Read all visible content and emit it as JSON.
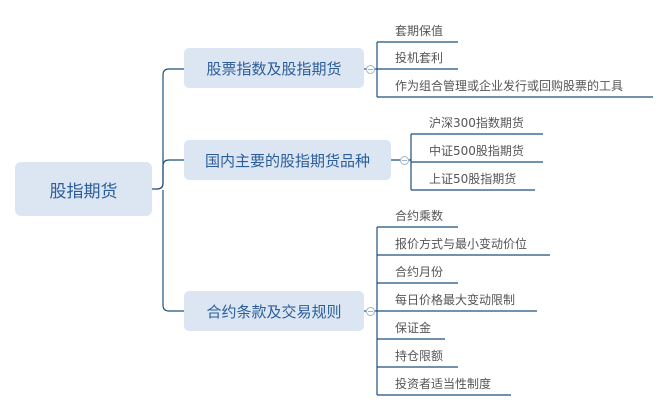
{
  "root": {
    "label": "股指期货"
  },
  "branches": [
    {
      "label": "股票指数及股指期货",
      "children": [
        "套期保值",
        "投机套利",
        "作为组合管理或企业发行或回购股票的工具"
      ]
    },
    {
      "label": "国内主要的股指期货品种",
      "children": [
        "沪深300指数期货",
        "中证500股指期货",
        "上证50股指期货"
      ]
    },
    {
      "label": "合约条款及交易规则",
      "children": [
        "合约乘数",
        "报价方式与最小变动价位",
        "合约月份",
        "每日价格最大变动限制",
        "保证金",
        "持仓限额",
        "投资者适当性制度"
      ]
    }
  ],
  "colors": {
    "node_fill": "#dce6f2",
    "node_text": "#2b5d9b",
    "line": "#1f4f7f"
  }
}
